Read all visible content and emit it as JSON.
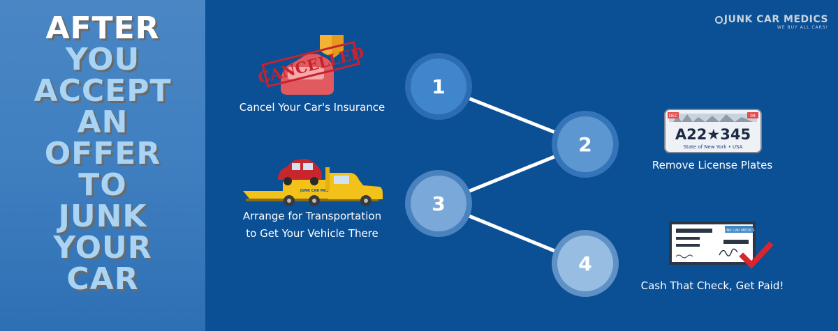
{
  "headline": {
    "first": "AFTER",
    "rest": [
      "YOU",
      "ACCEPT",
      "AN",
      "OFFER",
      "TO",
      "JUNK",
      "YOUR",
      "CAR"
    ]
  },
  "logo": {
    "name": "JUNK CAR MEDICS",
    "tagline": "WE BUY ALL CARS!"
  },
  "steps": [
    {
      "number": "1",
      "label": "Cancel Your Car's Insurance",
      "icon": "cancelled-car-icon"
    },
    {
      "number": "2",
      "label": "Remove License Plates",
      "icon": "license-plate-icon"
    },
    {
      "number": "3",
      "label_line1": "Arrange for Transportation",
      "label_line2": "to Get Your Vehicle There",
      "icon": "tow-truck-icon"
    },
    {
      "number": "4",
      "label": "Cash That Check, Get Paid!",
      "icon": "check-icon"
    }
  ],
  "stamp_text": "CANCELLED",
  "plate": {
    "text": "A22★345",
    "state_text": "State of New York • USA",
    "left_tag": "DEC",
    "right_tag": "08"
  },
  "truck_brand": "JUNK CAR MEDICS",
  "check_brand": "JUNK CAR MEDICS",
  "colors": {
    "background": "#0b4f95",
    "left_panel": "#3f7fc0",
    "circle_fill": "#6a9fd4",
    "circle_ring": "#8db7e0",
    "connector": "#ffffff"
  }
}
